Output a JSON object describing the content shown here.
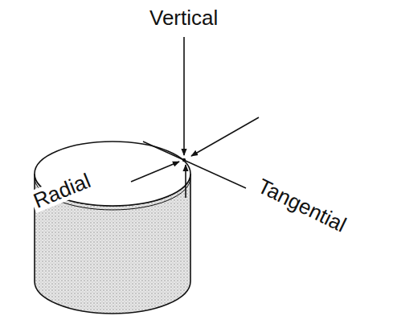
{
  "diagram": {
    "labels": [
      "Vertical",
      "Radial",
      "Tangential"
    ]
  }
}
